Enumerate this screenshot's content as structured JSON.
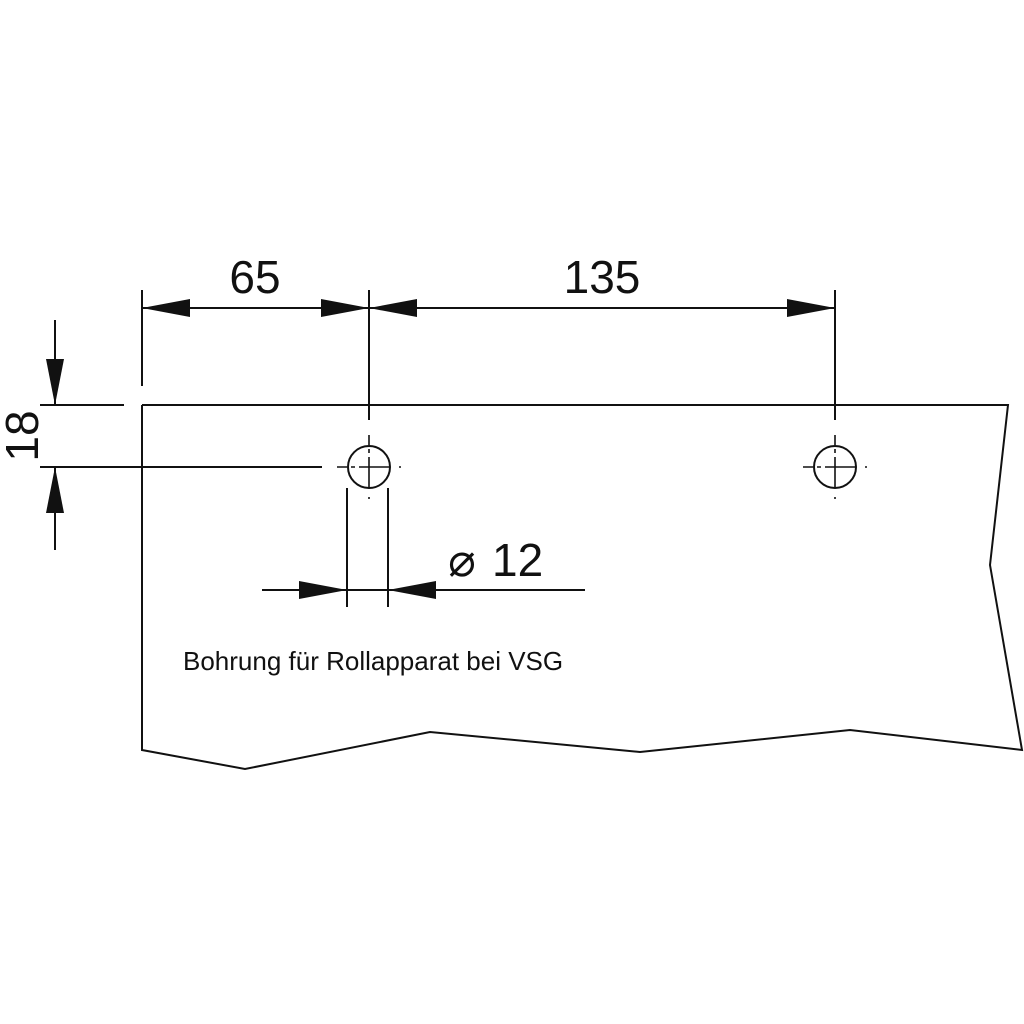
{
  "drawing": {
    "dimensions": {
      "edge_to_first_hole": "65",
      "hole_spacing": "135",
      "edge_offset": "18",
      "hole_diameter_symbol": "⌀",
      "hole_diameter": "12"
    },
    "note": "Bohrung für Rollapparat bei VSG",
    "colors": {
      "line": "#111111",
      "background": "#ffffff"
    }
  }
}
